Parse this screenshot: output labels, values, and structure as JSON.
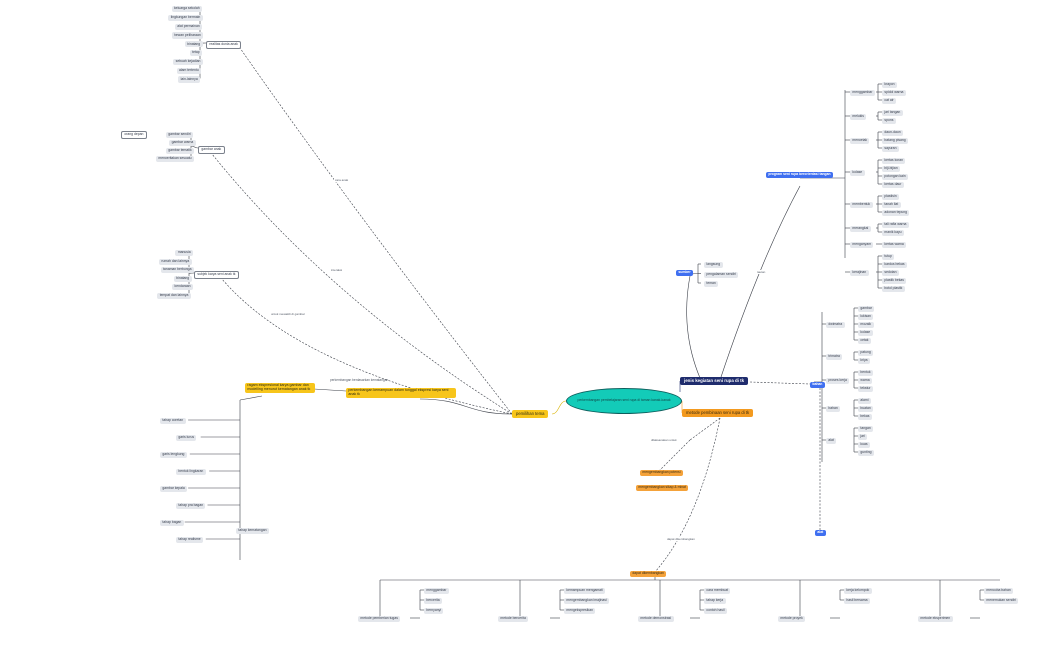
{
  "center": {
    "label": "perkembangan pembelajaran seni rupa di taman kanak-kanak"
  },
  "main": {
    "pemilihan_tema": "pemilihan tema",
    "jenis": "jenis kegiatan seni rupa di tk",
    "metode": "metode pembinaan seni rupa di tk",
    "program": "program seni rupa berorientasi tangan",
    "sumber": "sumber"
  },
  "left": {
    "realitas": "realitas dunia anak",
    "gambar_anak": "gambar anak",
    "subjek": "subjek karya seni anak tk",
    "ragam": "ragam ekspresional karya gambar dan modelling menurut kematangan anak tk",
    "perkembangan": "perkembangan kemampuan dalam tunggal ekspresi karya seni anak tk",
    "kematangan": "perkembangan berdasarkan kematangan",
    "tahap_kematangan": "tahap kematangan"
  },
  "edge_labels": {
    "cara_anak": "cara anak",
    "interaksi": "interaksi",
    "pengamatan": "untuk mewakili di gambar",
    "dilaksanakan": "dilaksanakan untuk",
    "dimasukkan": "dapat dikembangkan",
    "tautan": "tautan"
  },
  "lists": {
    "realitas_items": [
      "keluarga sekolah",
      "lingkungan bermain",
      "alat permainan",
      "hewan peliharaan",
      "binatang",
      "tetap",
      "sebuah kejadian",
      "alam tertentu",
      "lain-lainnya"
    ],
    "gambar_items": [
      "gambar sendiri",
      "gambar warna",
      "gambar tematik",
      "menceritakan sesuatu"
    ],
    "gambar_note": "orang depan",
    "subjek_items": [
      "manusia",
      "rumah dan lainnya",
      "tanaman berbunga",
      "binatang",
      "kendaraan",
      "tempat dan lainnya"
    ],
    "sumber_items": [
      "langsung",
      "pengalaman sendiri",
      "teman"
    ],
    "program_groups": [
      {
        "label": "menggambar",
        "items": [
          "krayon",
          "spidol warna",
          "cat air"
        ]
      },
      {
        "label": "melukis",
        "items": [
          "jari tangan",
          "spons"
        ]
      },
      {
        "label": "mencetak",
        "items": [
          "daun-daun",
          "batang pisang",
          "sayuran"
        ]
      },
      {
        "label": "kolase",
        "items": [
          "kertas koran",
          "biji-bijian",
          "potongan kain",
          "kertas daur"
        ]
      },
      {
        "label": "membentuk",
        "items": [
          "plastisin",
          "tanah liat",
          "adonan tepung"
        ]
      },
      {
        "label": "merangkai",
        "items": [
          "tali rafia warna",
          "manik kayu"
        ]
      },
      {
        "label": "menganyam",
        "items": [
          "kertas warna"
        ]
      },
      {
        "label": "kerajinan",
        "items": [
          "tutup",
          "kardus bekas",
          "sedotan",
          "plastik bekas",
          "botol plastik"
        ]
      }
    ],
    "jenis_groups": [
      {
        "label": "dwimatra",
        "items": [
          "gambar",
          "lukisan",
          "mozaik",
          "kolase",
          "cetak"
        ]
      },
      {
        "label": "trimatra",
        "items": [
          "patung",
          "kriya"
        ]
      },
      {
        "label": "proses kerja",
        "items": [
          "bentuk",
          "warna",
          "tekstur"
        ]
      },
      {
        "label": "bahan",
        "items": [
          "alami",
          "buatan",
          "bekas"
        ]
      },
      {
        "label": "alat",
        "items": [
          "tangan",
          "jari",
          "kuas",
          "gunting"
        ]
      }
    ],
    "metode_items": [
      "mengembangkan potensi",
      "mengembangkan sikap & minat"
    ],
    "metode_bottom": "dapat dikembangkan",
    "left_tree": [
      "tahap coretan",
      "garis lurus",
      "garis lengkung",
      "bentuk lingkaran",
      "gambar kepala",
      "tahap pra bagan",
      "tahap bagan",
      "tahap realisme"
    ],
    "bottom_groups": [
      {
        "label": "metode pemberian tugas",
        "items": [
          "menggambar",
          "bercerita",
          "bernyanyi"
        ]
      },
      {
        "label": "metode bercerita",
        "items": [
          "kemampuan mengamati",
          "mengembangkan imajinasi",
          "mengekspresikan"
        ]
      },
      {
        "label": "metode demonstrasi",
        "items": [
          "cara membuat",
          "tahap kerja",
          "contoh hasil"
        ]
      },
      {
        "label": "metode proyek",
        "items": [
          "kerja kelompok",
          "hasil bersama"
        ]
      },
      {
        "label": "metode eksperimen",
        "items": [
          "mencoba bahan",
          "menemukan sendiri"
        ]
      }
    ]
  }
}
